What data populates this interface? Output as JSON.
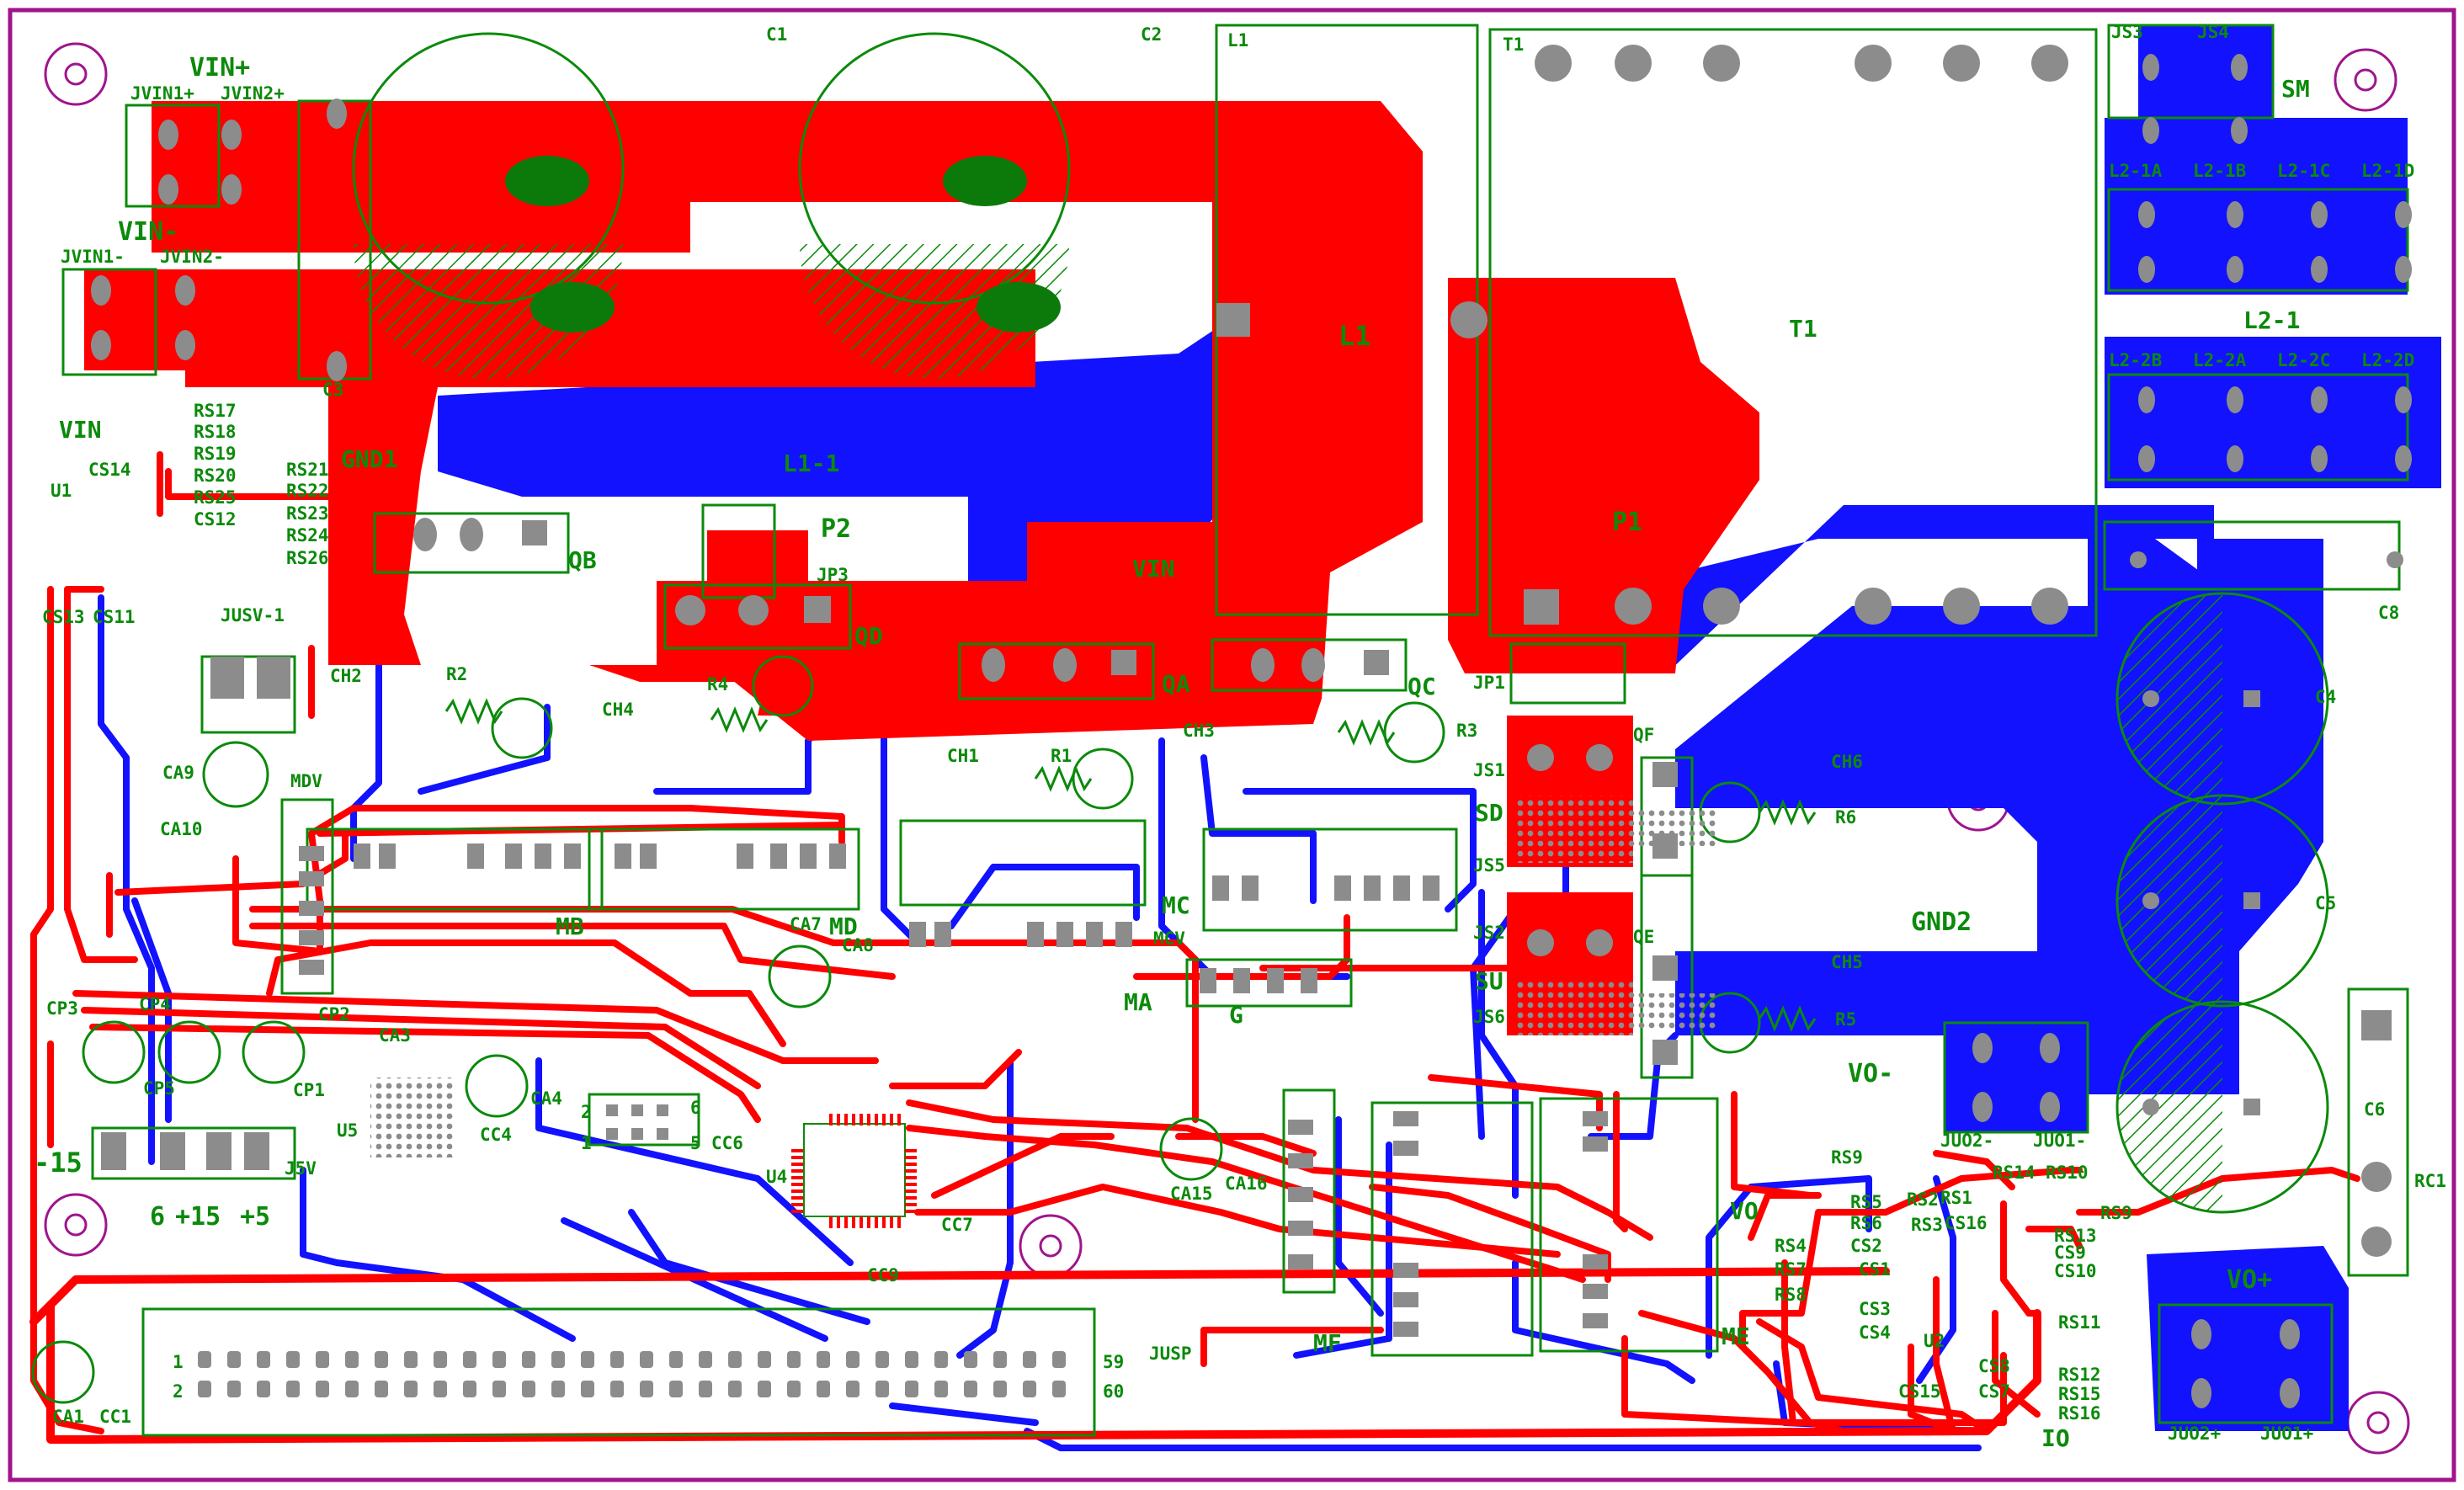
{
  "board": {
    "background": "#ffffff",
    "outline_color": "#a0148c",
    "top_copper_color": "#ff0000",
    "bottom_copper_color": "#1212ff",
    "silkscreen_color": "#0b8a0b",
    "pad_color": "#8c8c8c"
  },
  "labels": {
    "c1": "C1",
    "c2": "C2",
    "l1_ref": "L1",
    "t1_ref": "T1",
    "t1_big": "T1",
    "l1_big": "L1",
    "js3": "JS3",
    "js4": "JS4",
    "sm": "SM",
    "l2_1a": "L2-1A",
    "l2_1b": "L2-1B",
    "l2_1c": "L2-1C",
    "l2_1d": "L2-1D",
    "l2_1": "L2-1",
    "l2_2b": "L2-2B",
    "l2_2a": "L2-2A",
    "l2_2c": "L2-2C",
    "l2_2d": "L2-2D",
    "vin_plus": "VIN+",
    "jvin1_plus": "JVIN1+",
    "jvin2_plus": "JVIN2+",
    "vin_minus": "VIN-",
    "jvin1_minus": "JVIN1-",
    "jvin2_minus": "JVIN2-",
    "vin": "VIN",
    "gnd1": "GND1",
    "l1_1": "L1-1",
    "p2": "P2",
    "jp3": "JP3",
    "qb": "QB",
    "qd": "QD",
    "qa": "QA",
    "qc": "QC",
    "p1": "P1",
    "vin2": "VIN",
    "c3": "C3",
    "c8": "C8",
    "c4": "C4",
    "c5": "C5",
    "c6": "C6",
    "rc1": "RC1",
    "u1": "U1",
    "cs14": "CS14",
    "rs17": "RS17",
    "rs18": "RS18",
    "rs19": "RS19",
    "rs20": "RS20",
    "rs25": "RS25",
    "cs12": "CS12",
    "rs21": "RS21",
    "rs22": "RS22",
    "rs23": "RS23",
    "rs24": "RS24",
    "rs26": "RS26",
    "cs13": "CS13",
    "cs11": "CS11",
    "jusv1": "JUSV-1",
    "ch2": "CH2",
    "r2": "R2",
    "ch4": "CH4",
    "r4": "R4",
    "ch1": "CH1",
    "r1": "R1",
    "ch3": "CH3",
    "r3": "R3",
    "jp1": "JP1",
    "js1": "JS1",
    "sd": "SD",
    "qf": "QF",
    "js5": "JS5",
    "js2": "JS2",
    "su": "SU",
    "qe": "QE",
    "js6": "JS6",
    "ch6": "CH6",
    "r6": "R6",
    "ch5": "CH5",
    "r5": "R5",
    "gnd2": "GND2",
    "vo_minus": "VO-",
    "juo2_minus": "JUO2-",
    "juo1_minus": "JUO1-",
    "ca9": "CA9",
    "ca10": "CA10",
    "mdv": "MDV",
    "mb": "MB",
    "md": "MD",
    "ca7": "CA7",
    "ca8": "CA8",
    "mcv": "MCV",
    "mc": "MC",
    "ma": "MA",
    "g": "G",
    "cp3": "CP3",
    "cp4": "CP4",
    "cp2": "CP2",
    "cp1": "CP1",
    "ca3": "CA3",
    "u5": "U5",
    "cc4": "CC4",
    "ca4": "CA4",
    "cp5": "CP5",
    "j5v": "J5V",
    "minus15": "-15",
    "p6": "6",
    "plus15": "+15",
    "plus5": "+5",
    "cc6": "CC6",
    "u4": "U4",
    "cc7": "CC7",
    "cc9": "CC9",
    "pin6": "6",
    "pin5": "5",
    "pin2": "2",
    "pin1": "1",
    "ca15": "CA15",
    "ca16": "CA16",
    "mf": "MF",
    "me": "ME",
    "vo": "VO",
    "rs4": "RS4",
    "rs7": "RS7",
    "rs8": "RS8",
    "rs5": "RS5",
    "rs6": "RS6",
    "cs2": "CS2",
    "cs1": "CS1",
    "cs3": "CS3",
    "cs4": "CS4",
    "rs9": "RS9",
    "rs3": "RS3",
    "rs1": "RS1",
    "rs2": "RS2",
    "cs16": "CS16",
    "u2": "U2",
    "cs15": "CS15",
    "rs14": "RS14",
    "rs10": "RS10",
    "rs13": "RS13",
    "cs9": "CS9",
    "cs10": "CS10",
    "rs11": "RS11",
    "rs12": "RS12",
    "rs15": "RS15",
    "rs16": "RS16",
    "cs8": "CS8",
    "cs7": "CS7",
    "rs9b": "RS9",
    "io": "IO",
    "vo_plus": "VO+",
    "juo2_plus": "JUO2+",
    "juo1_plus": "JUO1+",
    "ca1": "CA1",
    "cc1": "CC1",
    "jusp": "JUSP",
    "hdr1": "1",
    "hdr2": "2",
    "hdr59": "59",
    "hdr60": "60"
  }
}
